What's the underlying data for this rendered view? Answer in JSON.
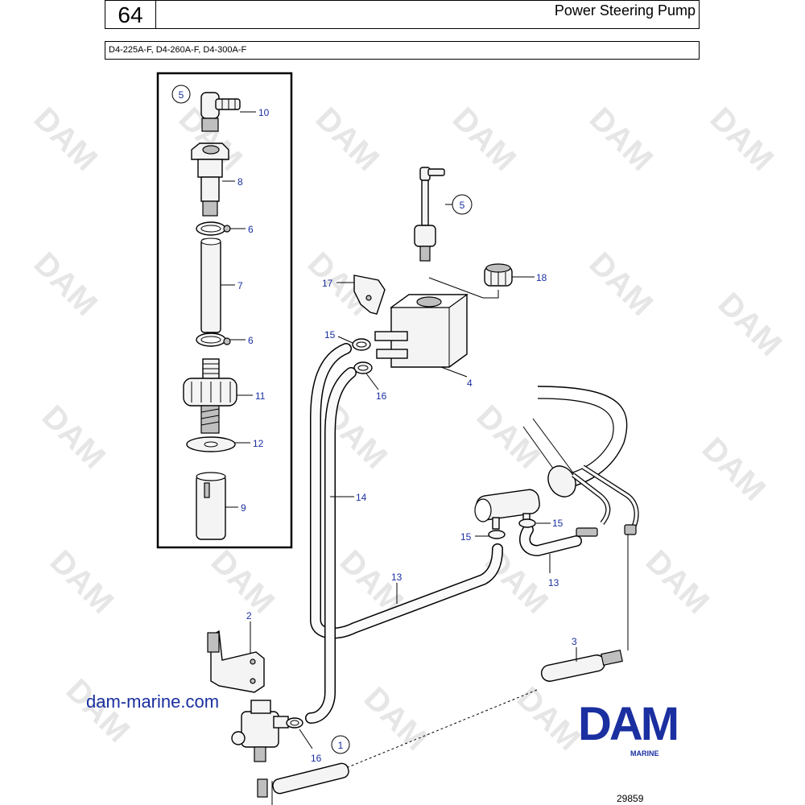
{
  "header": {
    "page_number": "64",
    "title": "Power Steering Pump",
    "models": "D4-225A-F, D4-260A-F, D4-300A-F"
  },
  "watermark": "DAM",
  "callouts": {
    "c10": "10",
    "c8": "8",
    "c6a": "6",
    "c7": "7",
    "c6b": "6",
    "c11": "11",
    "c12": "12",
    "c9": "9",
    "c5a": "5",
    "c5b": "5",
    "c18": "18",
    "c17": "17",
    "c15a": "15",
    "c16a": "16",
    "c4": "4",
    "c14": "14",
    "c15b": "15",
    "c15c": "15",
    "c13a": "13",
    "c13b": "13",
    "c2": "2",
    "c3": "3",
    "c1": "1",
    "c16b": "16"
  },
  "footer": {
    "website": "dam-marine.com",
    "brand": "DAM",
    "brand_sub": "MARINE",
    "drawing_number": "29859"
  },
  "colors": {
    "brand_blue": "#1a2fa0",
    "label_blue": "#1a2fa0",
    "watermark_grey": "#e6e6e6"
  }
}
